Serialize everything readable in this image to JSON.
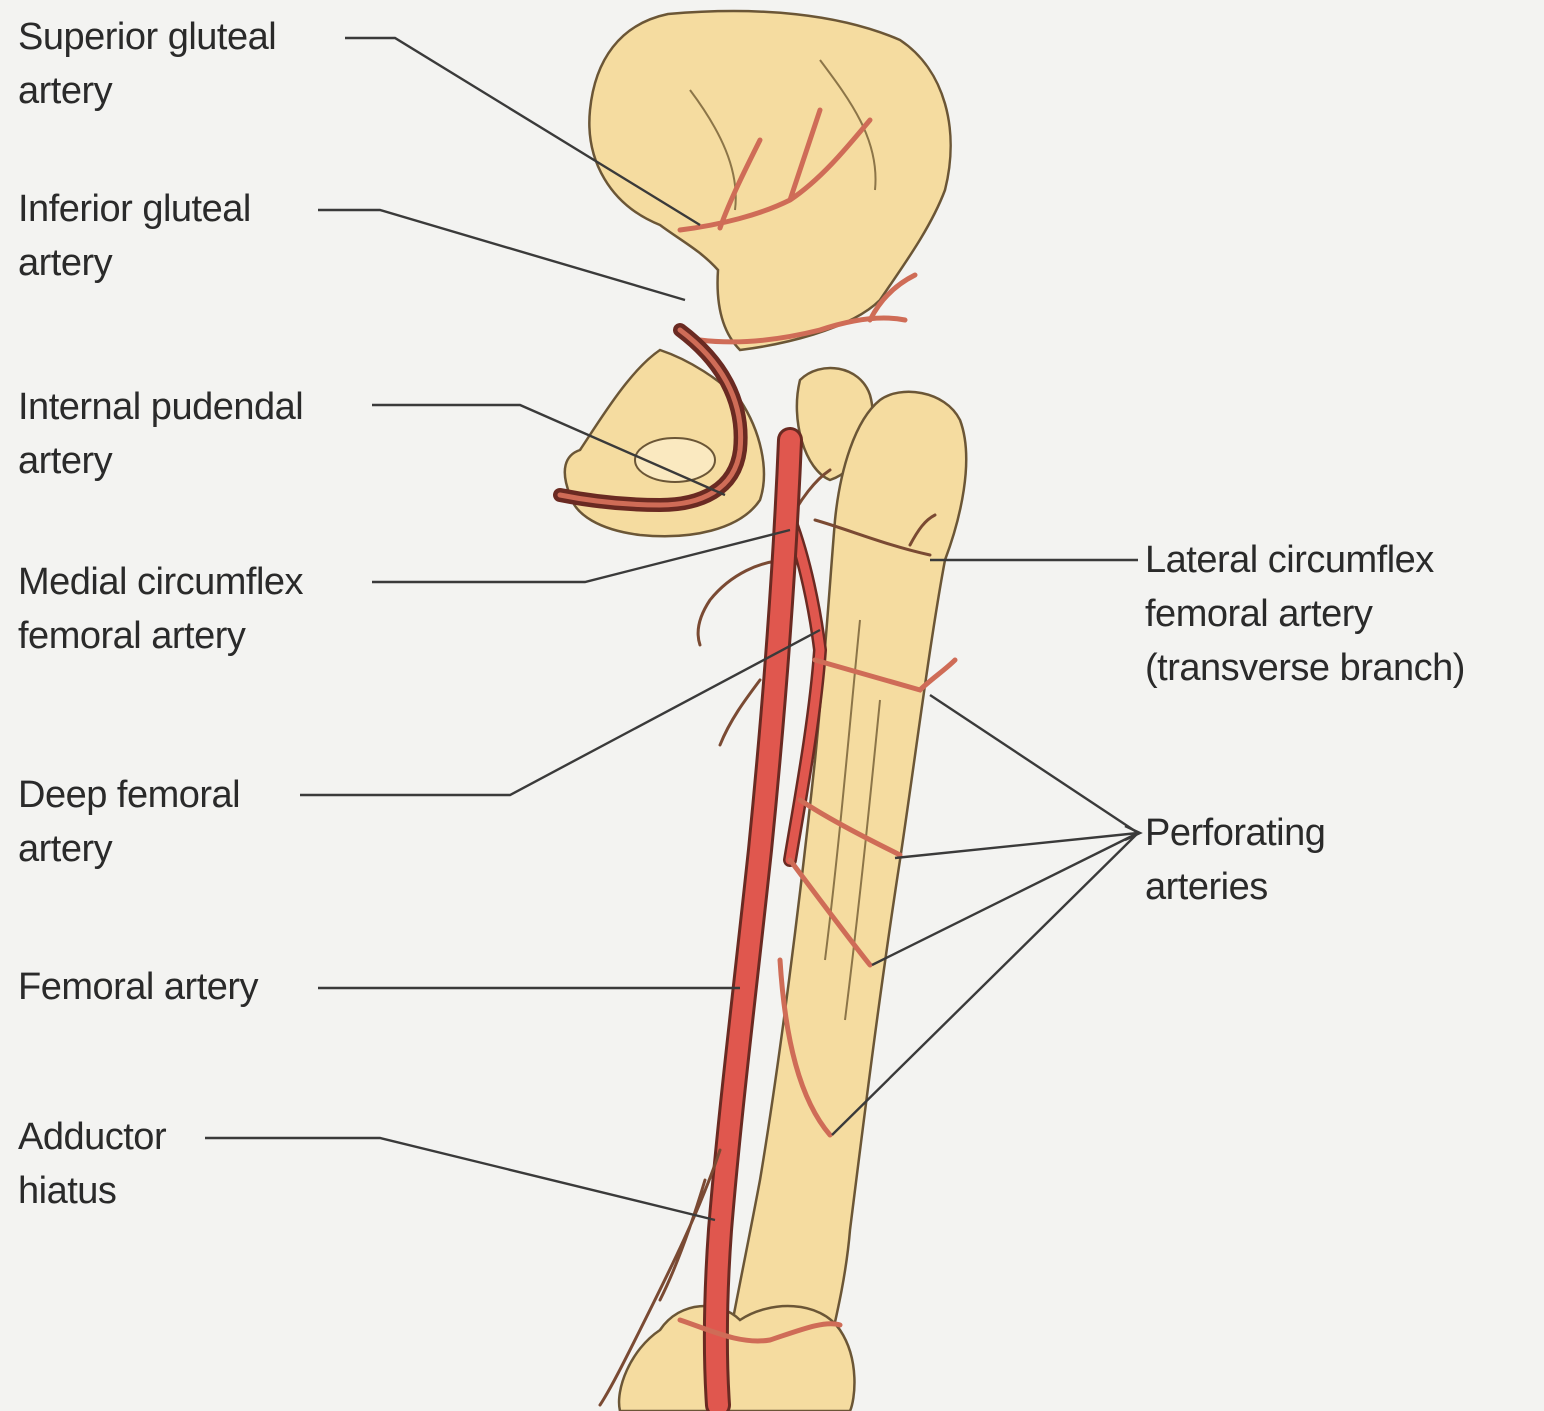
{
  "labels": {
    "superior_gluteal": [
      "Superior gluteal",
      "artery"
    ],
    "inferior_gluteal": [
      "Inferior gluteal",
      "artery"
    ],
    "internal_pudendal": [
      "Internal pudendal",
      "artery"
    ],
    "medial_circumflex": [
      "Medial circumflex",
      "femoral artery"
    ],
    "deep_femoral": [
      "Deep femoral",
      "artery"
    ],
    "femoral": [
      "Femoral artery"
    ],
    "adductor_hiatus": [
      "Adductor",
      "hiatus"
    ],
    "lateral_circumflex": [
      "Lateral circumflex",
      "femoral artery",
      "(transverse branch)"
    ],
    "perforating": [
      "Perforating",
      "arteries"
    ]
  },
  "colors": {
    "background": "#f3f3f1",
    "bone": "#f5dca0",
    "artery": "#e0574e",
    "text": "#2a2a2a"
  }
}
